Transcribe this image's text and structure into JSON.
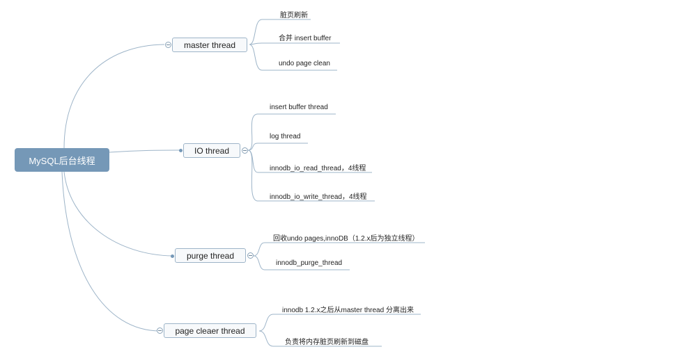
{
  "root": {
    "label": "MySQL后台线程"
  },
  "branches": [
    {
      "label": "master thread",
      "children": [
        "脏页刷新",
        "合并 insert buffer",
        "undo page clean"
      ]
    },
    {
      "label": "IO thread",
      "children": [
        "insert buffer thread",
        "log thread",
        "innodb_io_read_thread，4线程",
        "innodb_io_write_thread，4线程"
      ]
    },
    {
      "label": "purge thread",
      "children": [
        "回收undo pages,innoDB（1.2.x后为独立线程）",
        "innodb_purge_thread"
      ]
    },
    {
      "label": "page cleaer thread",
      "children": [
        "innodb 1.2.x之后从master thread 分离出来",
        "负责将内存脏页刷新到磁盘"
      ]
    }
  ],
  "colors": {
    "root_fill": "#7598b7",
    "line": "#9db4c8",
    "node_fill": "#f7f9fb"
  }
}
